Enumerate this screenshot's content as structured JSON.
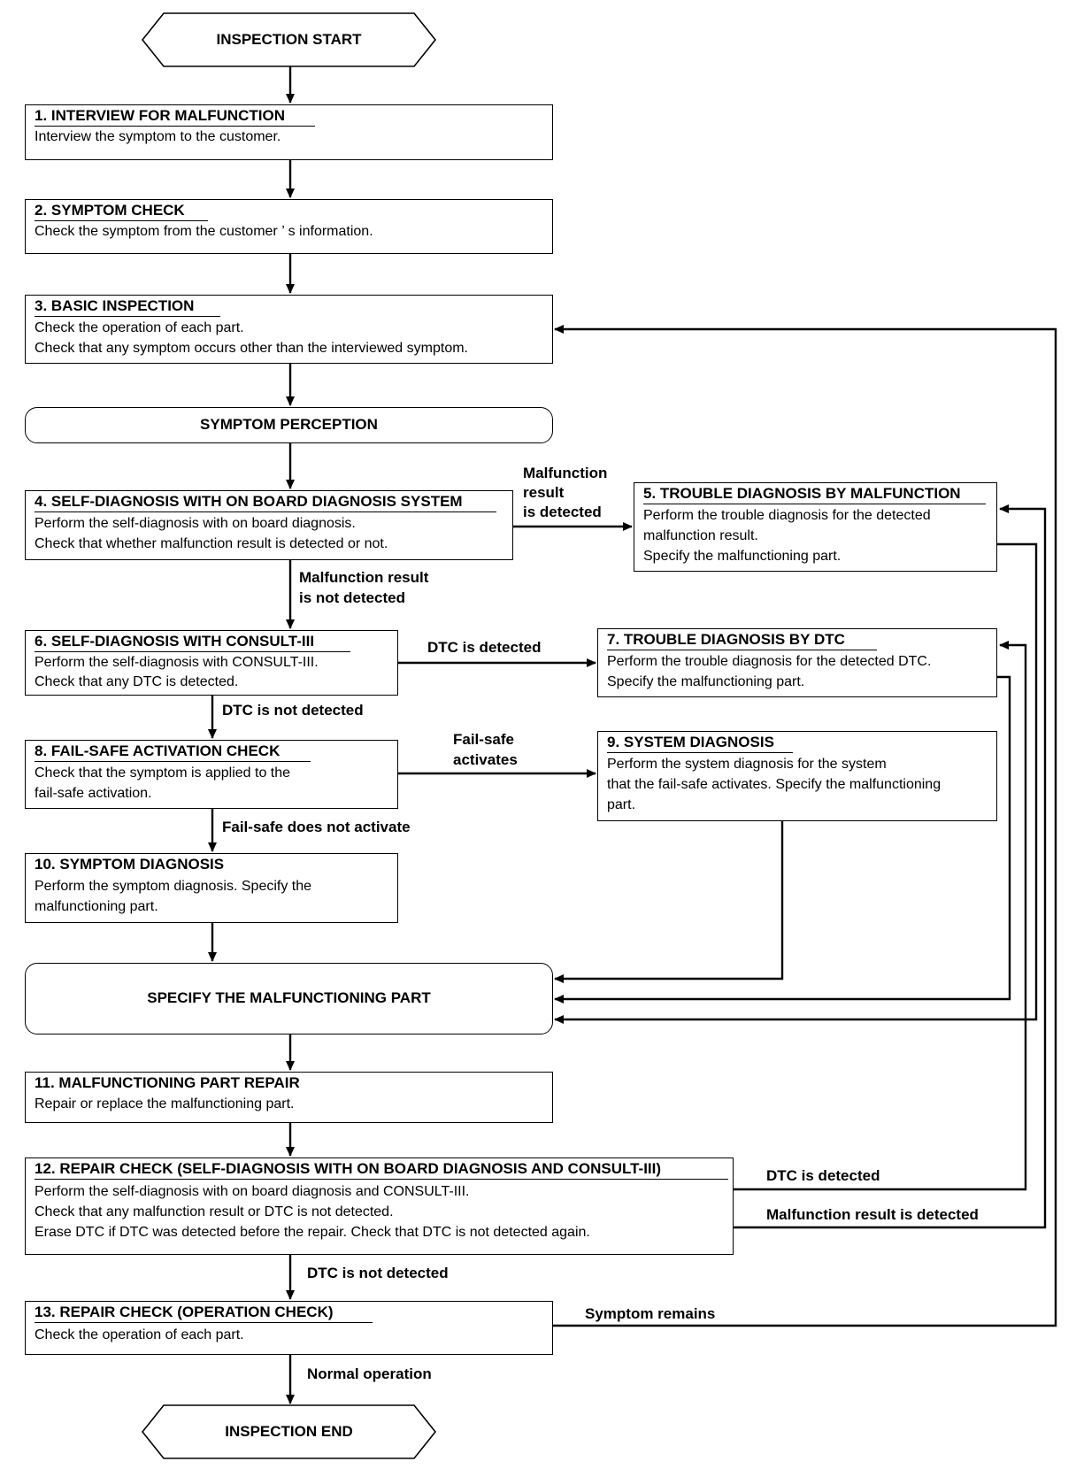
{
  "terminals": {
    "start": "INSPECTION START",
    "end": "INSPECTION END"
  },
  "steps": {
    "s1": {
      "title": "1. INTERVIEW FOR MALFUNCTION",
      "lines": [
        "Interview the symptom to the customer."
      ]
    },
    "s2": {
      "title": "2. SYMPTOM CHECK",
      "lines": [
        "Check the symptom from the customer ’ s information."
      ]
    },
    "s3": {
      "title": "3. BASIC INSPECTION",
      "lines": [
        "Check the operation of each part.",
        "Check that any symptom occurs other than the interviewed symptom."
      ]
    },
    "perception": "SYMPTOM PERCEPTION",
    "s4": {
      "title": "4. SELF-DIAGNOSIS WITH ON BOARD DIAGNOSIS SYSTEM",
      "lines": [
        "Perform the self-diagnosis with on board diagnosis.",
        "Check that whether malfunction result is detected or not."
      ]
    },
    "s5": {
      "title": "5. TROUBLE DIAGNOSIS BY MALFUNCTION",
      "lines": [
        "Perform the trouble diagnosis for the detected",
        "malfunction result.",
        "Specify the malfunctioning part."
      ]
    },
    "s6": {
      "title": "6. SELF-DIAGNOSIS WITH CONSULT-III",
      "lines": [
        "Perform the self-diagnosis with CONSULT-III.",
        "Check that any DTC is detected."
      ]
    },
    "s7": {
      "title": "7. TROUBLE DIAGNOSIS BY DTC",
      "lines": [
        "Perform the trouble diagnosis for the detected DTC.",
        "Specify the malfunctioning part."
      ]
    },
    "s8": {
      "title": "8. FAIL-SAFE ACTIVATION CHECK",
      "lines": [
        "Check that the symptom is applied to the",
        "fail-safe activation."
      ]
    },
    "s9": {
      "title": "9. SYSTEM DIAGNOSIS",
      "lines": [
        "Perform the system diagnosis for the system",
        "that the fail-safe activates. Specify the malfunctioning",
        "part."
      ]
    },
    "s10": {
      "title": "10. SYMPTOM DIAGNOSIS",
      "lines": [
        "Perform the symptom diagnosis. Specify the",
        "malfunctioning part."
      ]
    },
    "specify": "SPECIFY THE MALFUNCTIONING PART",
    "s11": {
      "title": "11. MALFUNCTIONING PART REPAIR",
      "lines": [
        "Repair or replace the malfunctioning part."
      ]
    },
    "s12": {
      "title": "12. REPAIR CHECK (SELF-DIAGNOSIS  WITH ON BOARD DIAGNOSIS AND CONSULT-III)",
      "lines": [
        "Perform the self-diagnosis with on board diagnosis and CONSULT-III.",
        "Check that any malfunction result or DTC is not detected.",
        "Erase DTC if DTC was detected before the repair. Check that DTC is not detected again."
      ]
    },
    "s13": {
      "title": "13. REPAIR CHECK (OPERATION CHECK)",
      "lines": [
        "Check the operation of each part."
      ]
    }
  },
  "edge_labels": {
    "s4_yes": [
      "Malfunction",
      "result",
      "is detected"
    ],
    "s4_no": [
      "Malfunction result",
      "is not detected"
    ],
    "s6_yes": "DTC is detected",
    "s6_no": "DTC is not detected",
    "s8_yes": [
      "Fail-safe",
      "activates"
    ],
    "s8_no": "Fail-safe does not activate",
    "s12_dtc": "DTC is detected",
    "s12_malf": "Malfunction result is detected",
    "s12_ok": "DTC is not detected",
    "s13_remains": "Symptom remains",
    "s13_ok": "Normal operation"
  }
}
